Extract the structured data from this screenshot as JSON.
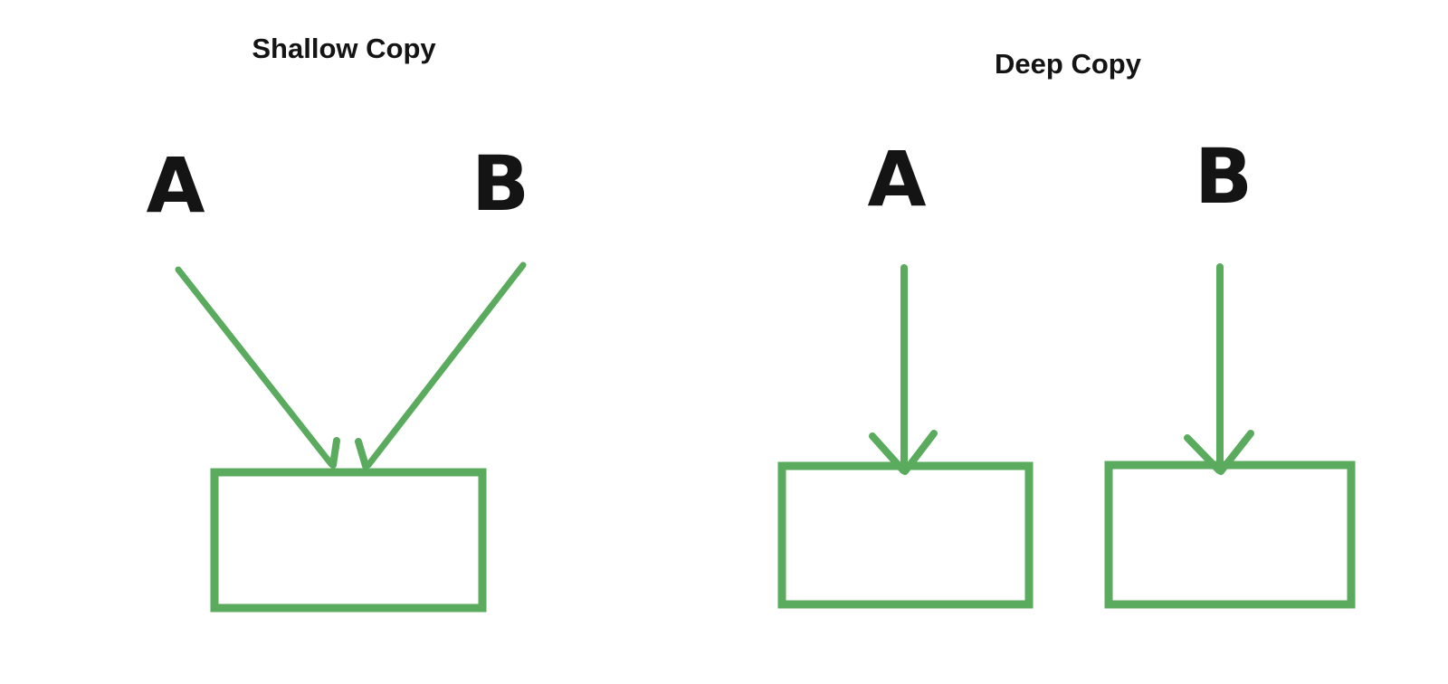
{
  "colors": {
    "background": "#ffffff",
    "green": "#5aab5e",
    "text": "#141414"
  },
  "shallow": {
    "title": "Shallow Copy",
    "label_a": "A",
    "label_b": "B"
  },
  "deep": {
    "title": "Deep Copy",
    "label_a": "A",
    "label_b": "B"
  }
}
